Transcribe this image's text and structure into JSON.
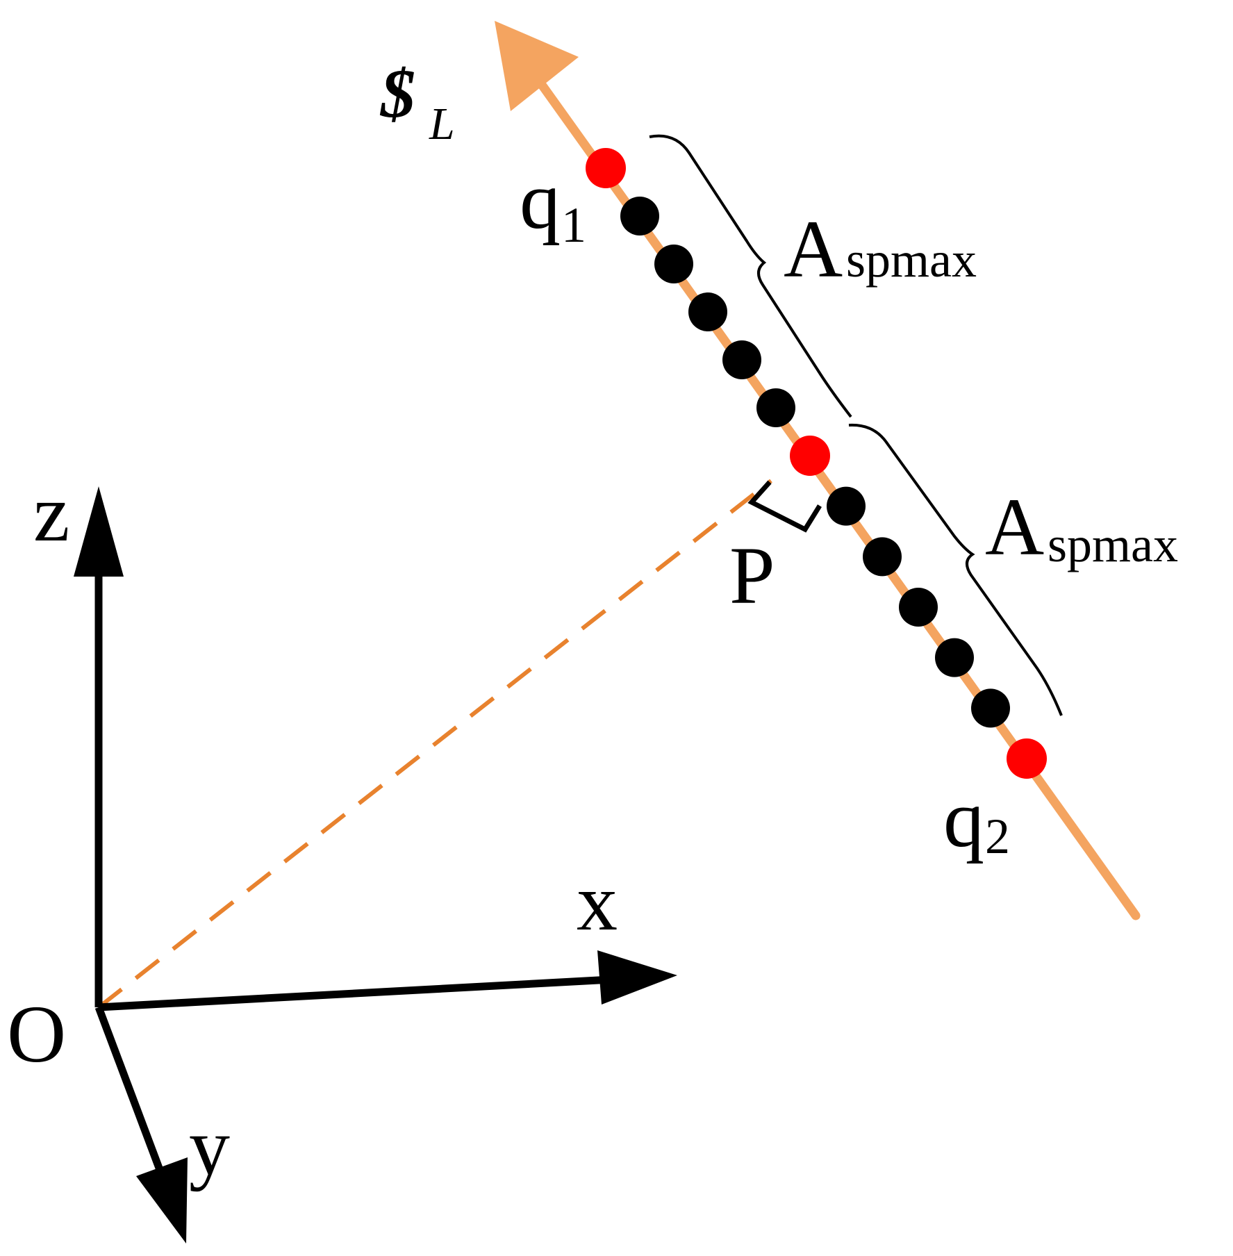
{
  "axes": {
    "z_label": "z",
    "x_label": "x",
    "y_label": "y",
    "origin_label": "O"
  },
  "screw": {
    "symbol": "$",
    "subscript": "L",
    "color": "#F4A460"
  },
  "points": {
    "q1": {
      "letter": "q",
      "sub": "1"
    },
    "q2": {
      "letter": "q",
      "sub": "2"
    },
    "p": {
      "label": "P"
    }
  },
  "spans": [
    {
      "main": "A",
      "sub": "spmax"
    },
    {
      "main": "A",
      "sub": "spmax"
    }
  ],
  "colors": {
    "key_point": "#FF0000",
    "sample_point": "#000000",
    "dashed_line": "#E8822E",
    "axis": "#000000"
  },
  "intermediate_dot_count_each_side": 5
}
